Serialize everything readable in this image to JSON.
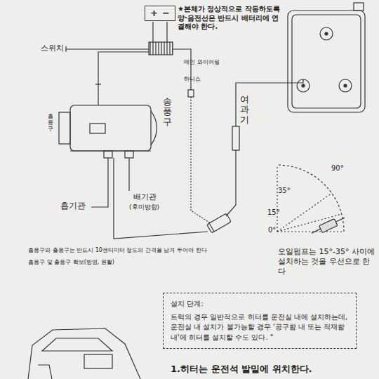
{
  "diagram": {
    "nodes": [
      {
        "text": [
          "+",
          "−"
        ]
      },
      {
        "text": [
          "설치 단계:",
          "트럭의 경우 일반적으로 히터를 운전실 내에 설치하는데, 운전실 내 설치가 불가능할 경우 '공구함 내 또는 적재함 내'에 히터를 설치할 수도 있다. \""
        ]
      }
    ],
    "labels": [
      "★본체가 정상적으로 작동하도록 양·음전선은 반드시 배터리에 연결해야 한다.",
      "스위치",
      "메인 와이어링",
      "하니스",
      "흡풍구",
      "송풍구",
      "여과기",
      "흡기관",
      "배기관",
      "(후미방향)",
      "90°",
      "35°",
      "15°",
      "0°",
      "오일펌프는 15°-35° 사이에 설치하는 것을 우선으로 한다",
      "흡풍구와 출풍구는 반드시 10센티미터 정도의 간격을 남겨 두어야 한다",
      "흡풍구 및 출풍구 확보(방염, 원활)",
      "1.히터는 운전석 발밑에 위치한다."
    ]
  }
}
